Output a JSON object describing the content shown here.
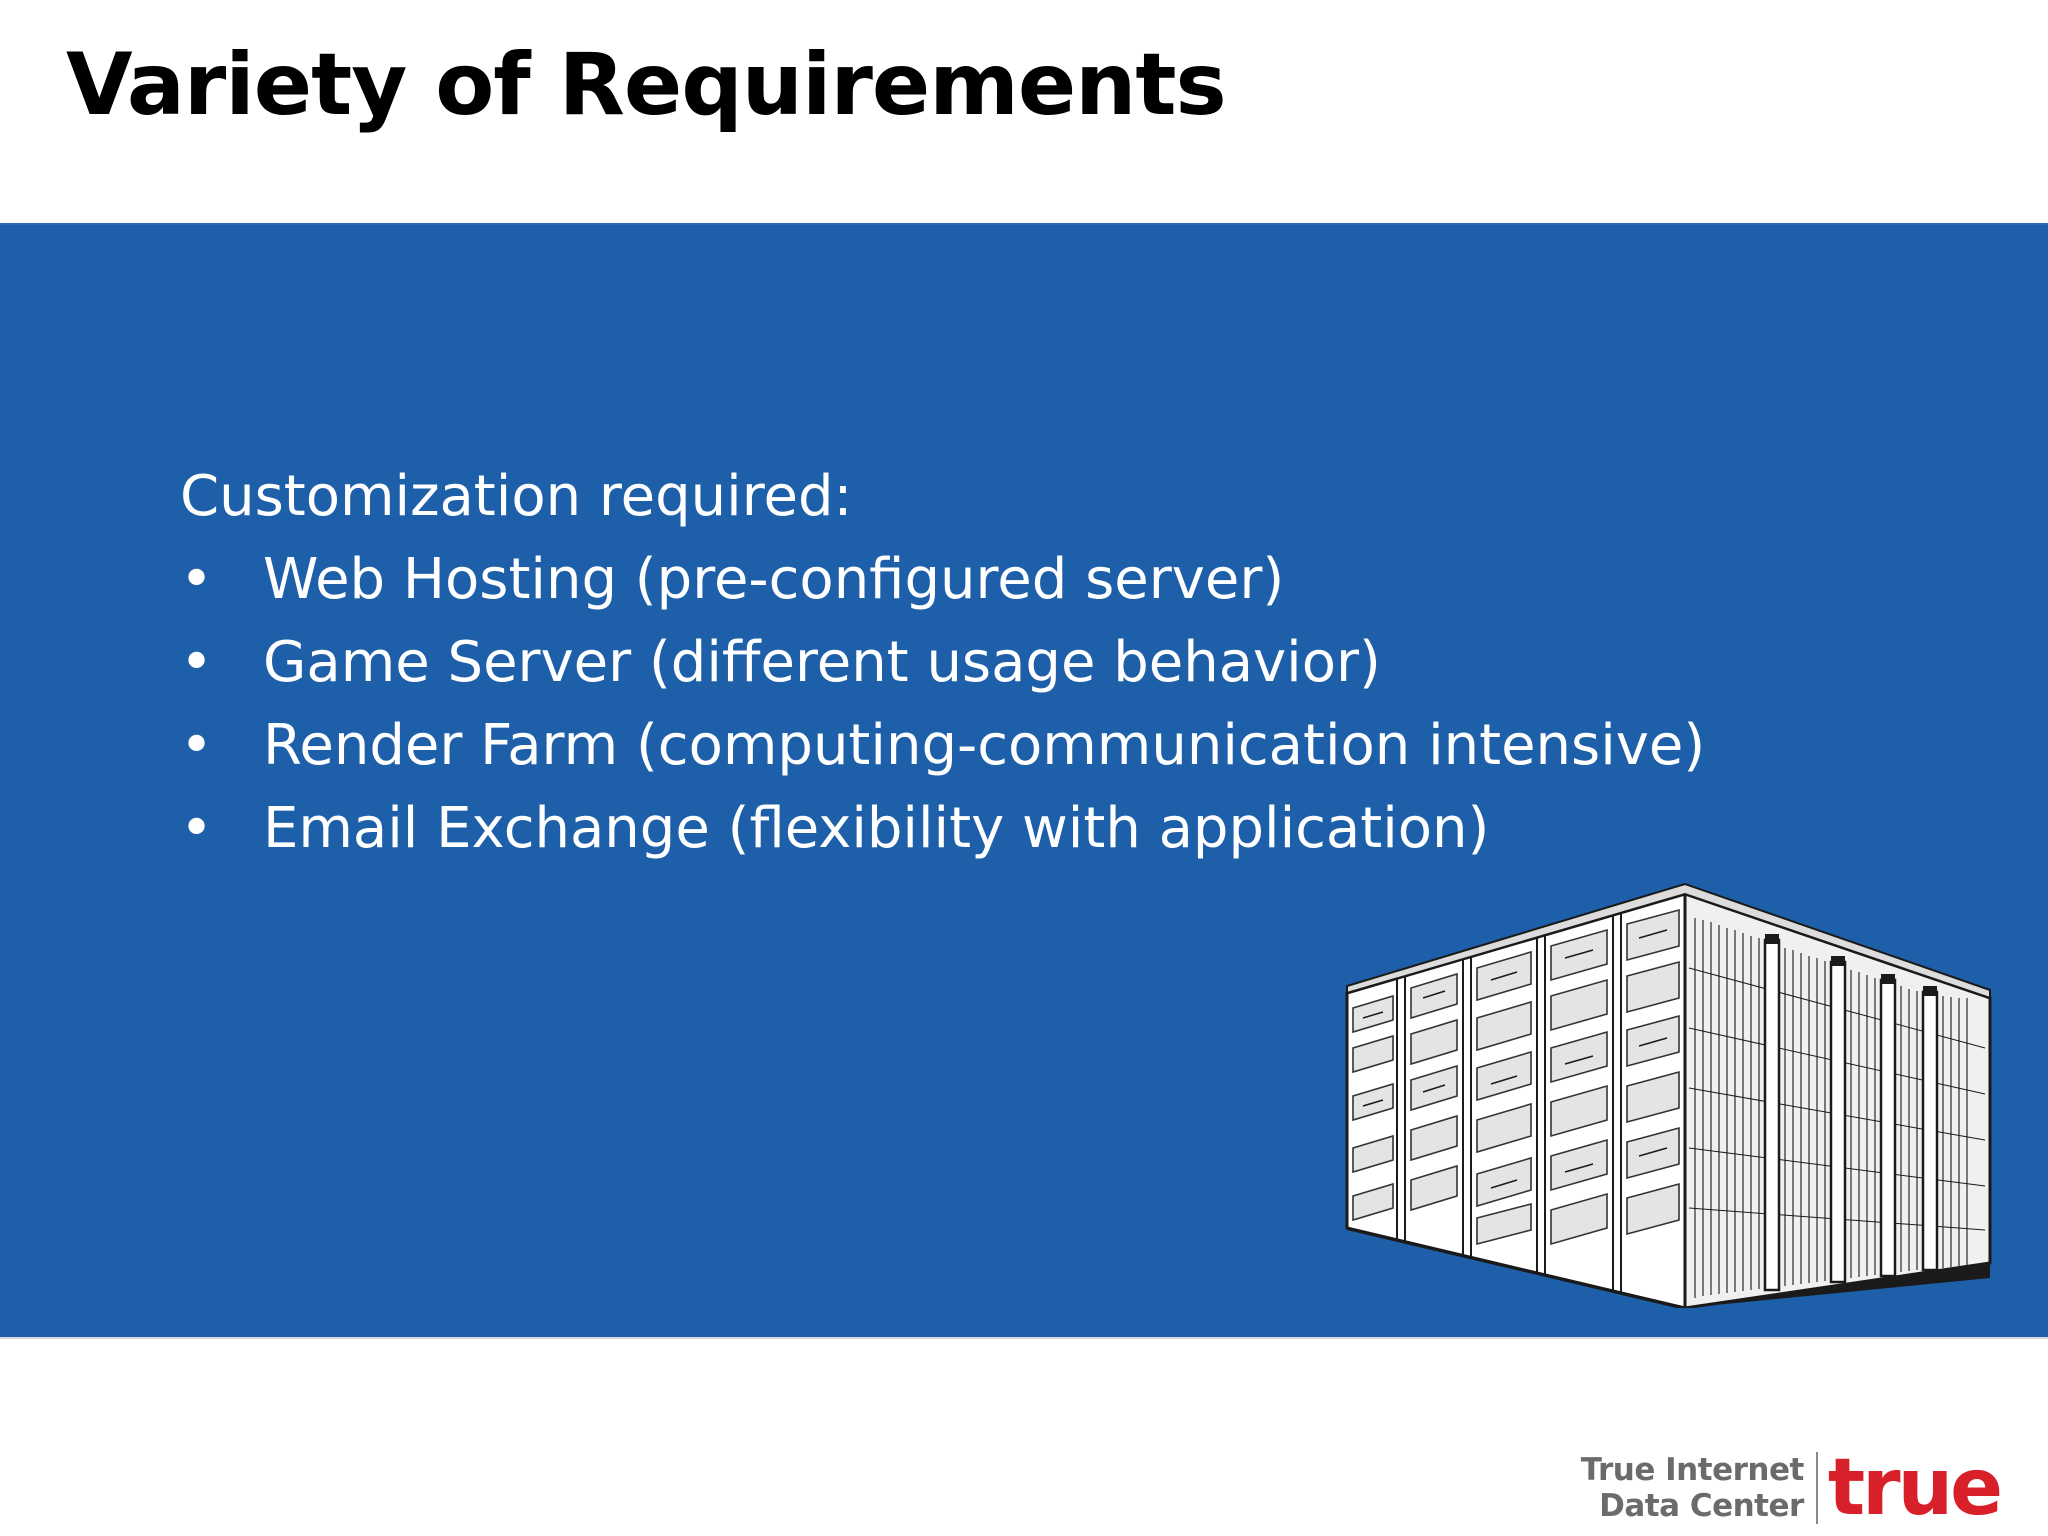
{
  "slide": {
    "title": "Variety of Requirements",
    "intro": "Customization required:",
    "bullet_glyph": "•",
    "bullets": [
      "Web Hosting (pre-configured server)",
      "Game Server (different usage behavior)",
      "Render Farm (computing-communication intensive)",
      "Email Exchange (flexibility with application)"
    ],
    "panel_color": "#1e5fa9",
    "illustration": "server-racks-illustration"
  },
  "logo": {
    "line1": "True Internet",
    "line2": "Data Center",
    "mark": "true",
    "mark_color": "#d8202a"
  }
}
